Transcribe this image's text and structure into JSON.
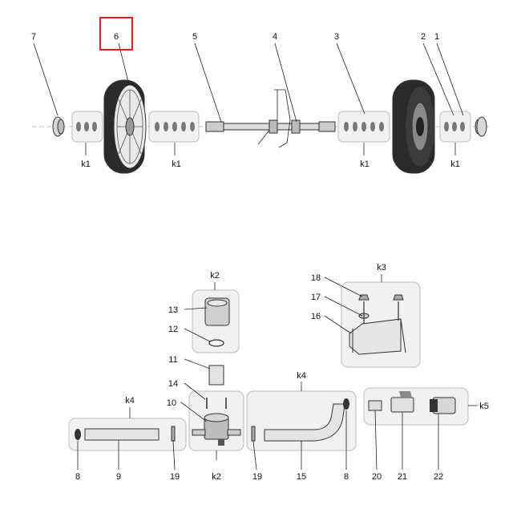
{
  "highlight_color": "#e02020",
  "callouts": {
    "p1": "1",
    "p2": "2",
    "p3": "3",
    "p4": "4",
    "p5": "5",
    "p6": "6",
    "p7": "7",
    "p8a": "8",
    "p8b": "8",
    "p9": "9",
    "p10": "10",
    "p11": "11",
    "p12": "12",
    "p13": "13",
    "p14": "14",
    "p15": "15",
    "p16": "16",
    "p17": "17",
    "p18": "18",
    "p19a": "19",
    "p19b": "19",
    "p20": "20",
    "p21": "21",
    "p22": "22"
  },
  "kits": {
    "k1a": "k1",
    "k1b": "k1",
    "k1c": "k1",
    "k1d": "k1",
    "k2top": "k2",
    "k2bot": "k2",
    "k3": "k3",
    "k4a": "k4",
    "k4b": "k4",
    "k5": "k5"
  }
}
